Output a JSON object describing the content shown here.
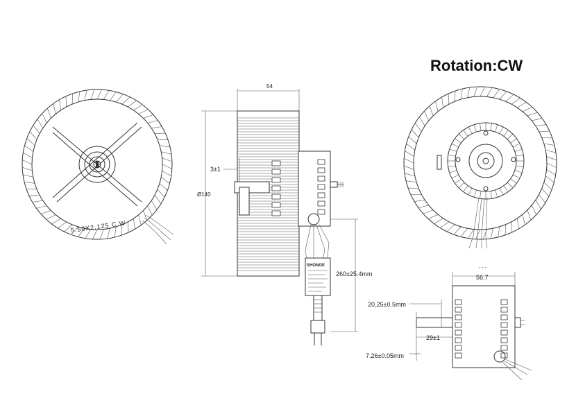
{
  "title": "Rotation:CW",
  "left_view": {
    "wheel_label": "5.50X2.125  C W"
  },
  "side_view": {
    "width_dim": "54",
    "diameter_dim": "Ø140",
    "offset_dim": "3±1",
    "cord_length_dim": "260±25.4mm",
    "plug_brand": "SHONGE"
  },
  "motor_view": {
    "width_dim": "56.7",
    "dim_a": "20.25±0.5mm",
    "dim_b": "29±1",
    "dim_c": "7.26±0.05mm"
  }
}
